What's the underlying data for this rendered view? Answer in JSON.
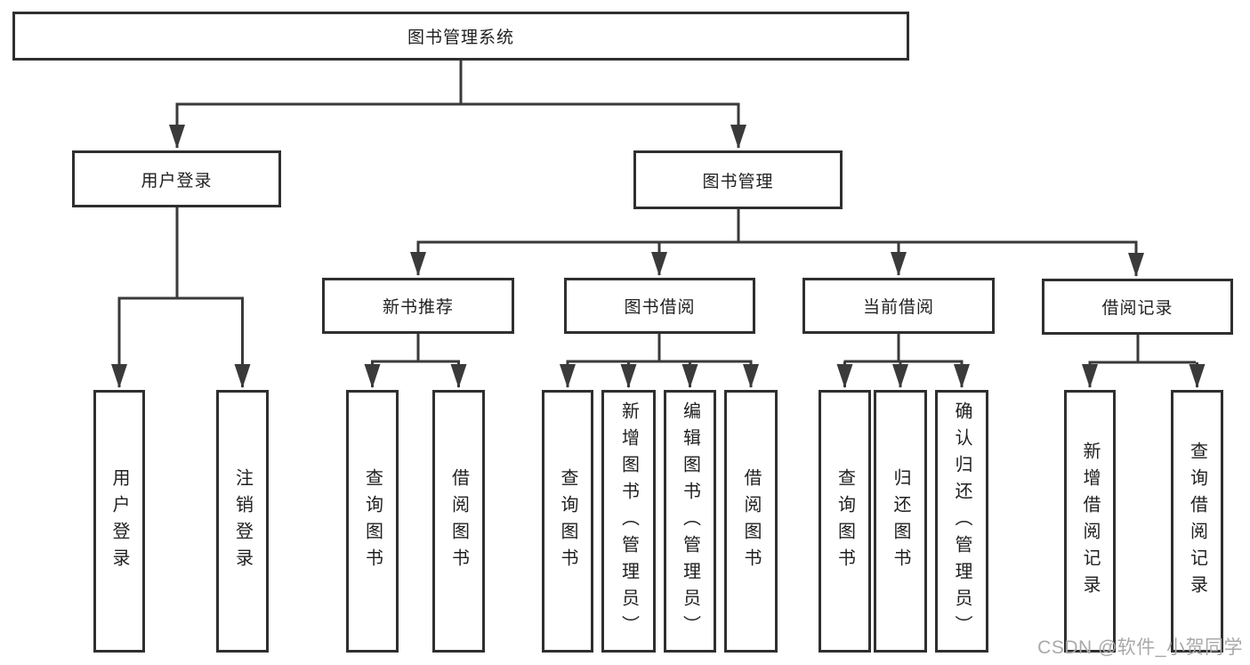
{
  "diagram": {
    "root": {
      "label": "图书管理系统"
    },
    "level2": {
      "user_login": {
        "label": "用户登录"
      },
      "book_management": {
        "label": "图书管理"
      }
    },
    "level3": {
      "new_book_recommend": {
        "label": "新书推荐"
      },
      "book_borrowing": {
        "label": "图书借阅"
      },
      "current_borrowing": {
        "label": "当前借阅"
      },
      "borrowing_records": {
        "label": "借阅记录"
      }
    },
    "leaves": {
      "user_login_group": [
        {
          "label": "用户登录"
        },
        {
          "label": "注销登录"
        }
      ],
      "new_book_group": [
        {
          "label": "查询图书"
        },
        {
          "label": "借阅图书"
        }
      ],
      "borrowing_group": [
        {
          "label": "查询图书"
        },
        {
          "label": "新增图书（管理员）"
        },
        {
          "label": "编辑图书（管理员）"
        },
        {
          "label": "借阅图书"
        }
      ],
      "current_group": [
        {
          "label": "查询图书"
        },
        {
          "label": "归还图书"
        },
        {
          "label": "确认归还（管理员）"
        }
      ],
      "records_group": [
        {
          "label": "新增借阅记录"
        },
        {
          "label": "查询借阅记录"
        }
      ]
    }
  },
  "watermark": {
    "text": "CSDN @软件_小贺同学"
  },
  "colors": {
    "line": "#3a3a3a",
    "box_border": "#2f2f2f",
    "text": "#1f1f1f",
    "background": "#ffffff",
    "watermark": "#a9a9a9"
  }
}
